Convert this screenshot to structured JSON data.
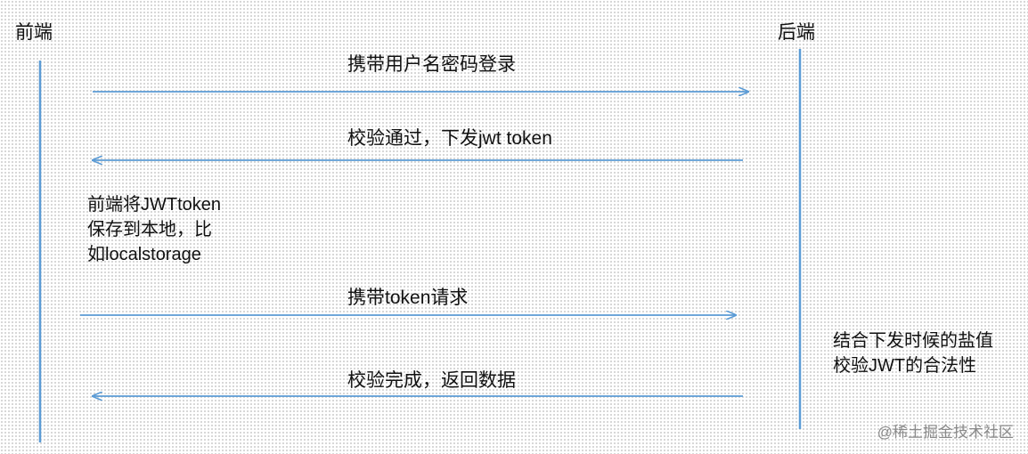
{
  "participants": {
    "frontend": "前端",
    "backend": "后端"
  },
  "messages": [
    {
      "text": "携带用户名密码登录",
      "direction": "frontend-to-backend"
    },
    {
      "text": "校验通过，下发jwt token",
      "direction": "backend-to-frontend"
    },
    {
      "text": "携带token请求",
      "direction": "frontend-to-backend"
    },
    {
      "text": "校验完成，返回数据",
      "direction": "backend-to-frontend"
    }
  ],
  "notes": {
    "frontend_note": [
      "前端将JWTtoken",
      "保存到本地，比",
      "如localstorage"
    ],
    "backend_note": [
      "结合下发时候的盐值",
      "校验JWT的合法性"
    ]
  },
  "watermark": "@稀土掘金技术社区",
  "colors": {
    "line": "#5b9bd5",
    "text": "#111111",
    "watermark": "#8a8a8a"
  }
}
